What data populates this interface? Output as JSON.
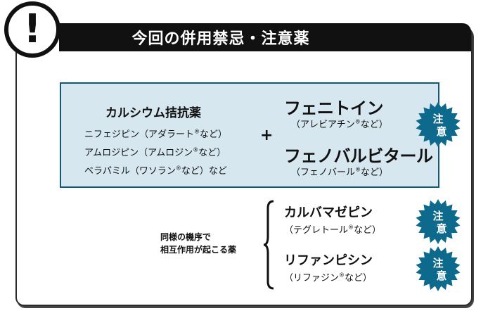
{
  "header": {
    "title": "今回の併用禁忌・注意薬",
    "alert_icon": "exclamation-icon",
    "alert_symbol": "!"
  },
  "calcium_group": {
    "title": "カルシウム拮抗薬",
    "items": [
      {
        "name": "ニフェジピン（アダラート",
        "suffix": "など）"
      },
      {
        "name": "アムロジピン（アムロジン",
        "suffix": "など）"
      },
      {
        "name": "ベラパミル（ワソラン",
        "suffix": "など）など"
      }
    ],
    "registered_mark": "®"
  },
  "plus_sign": "+",
  "combined_drugs": [
    {
      "name": "フェニトイン",
      "brand": "（アレビアチン",
      "brand_suffix": "など）"
    },
    {
      "name": "フェノバルビタール",
      "brand": "（フェノバール",
      "brand_suffix": "など）"
    }
  ],
  "mechanism_label": {
    "line1": "同様の機序で",
    "line2": "相互作用が起こる薬"
  },
  "mechanism_drugs": [
    {
      "name": "カルバマゼピン",
      "brand": "（テグレトール",
      "brand_suffix": "など）"
    },
    {
      "name": "リファンピシン",
      "brand": "（リファジン",
      "brand_suffix": "など）"
    }
  ],
  "badge": {
    "line1": "注",
    "line2": "意"
  },
  "colors": {
    "box_fill": "#d6e7f0",
    "box_border": "#0e5a78",
    "badge": "#0e6a8c",
    "header": "#111111"
  }
}
